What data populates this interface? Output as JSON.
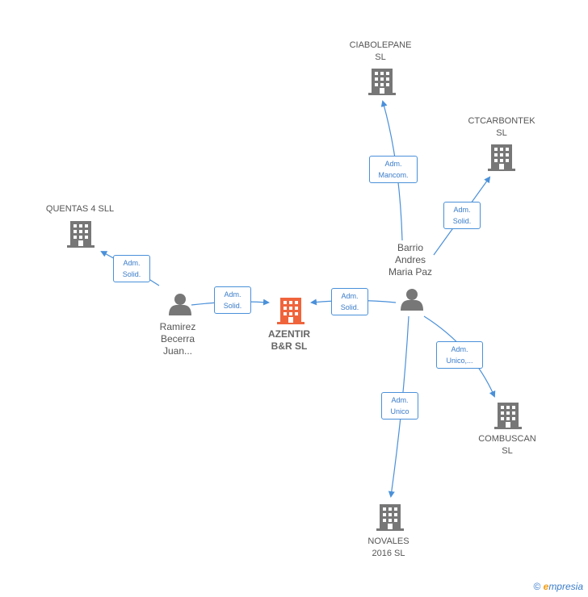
{
  "colors": {
    "edge": "#4a90d9",
    "company": "#777777",
    "main_company": "#f0643c",
    "person": "#777777"
  },
  "nodes": {
    "ciabolepane": {
      "label1": "CIABOLEPANE",
      "label2": "SL",
      "icon": "building-icon"
    },
    "ctcarbontek": {
      "label1": "CTCARBONTEK",
      "label2": "SL",
      "icon": "building-icon"
    },
    "quentas": {
      "label1": "QUENTAS 4  SLL",
      "icon": "building-icon"
    },
    "barrio": {
      "label1": "Barrio",
      "label2": "Andres",
      "label3": "Maria Paz",
      "icon": "person-icon"
    },
    "ramirez": {
      "label1": "Ramirez",
      "label2": "Becerra",
      "label3": "Juan...",
      "icon": "person-icon"
    },
    "azentir": {
      "label1": "AZENTIR",
      "label2": "B&R  SL",
      "icon": "building-icon"
    },
    "combuscan": {
      "label1": "COMBUSCAN",
      "label2": "SL",
      "icon": "building-icon"
    },
    "novales": {
      "label1": "NOVALES",
      "label2": "2016  SL",
      "icon": "building-icon"
    }
  },
  "edges": {
    "barrio_ciabolepane": {
      "line1": "Adm.",
      "line2": "Mancom."
    },
    "barrio_ctcarbontek": {
      "line1": "Adm.",
      "line2": "Solid."
    },
    "ramirez_quentas": {
      "line1": "Adm.",
      "line2": "Solid."
    },
    "ramirez_azentir": {
      "line1": "Adm.",
      "line2": "Solid."
    },
    "barrio_azentir": {
      "line1": "Adm.",
      "line2": "Solid."
    },
    "barrio_combuscan": {
      "line1": "Adm.",
      "line2": "Unico,..."
    },
    "barrio_novales": {
      "line1": "Adm.",
      "line2": "Unico"
    }
  },
  "watermark": {
    "copyright": "©",
    "brand_initial": "e",
    "brand_rest": "mpresia"
  }
}
